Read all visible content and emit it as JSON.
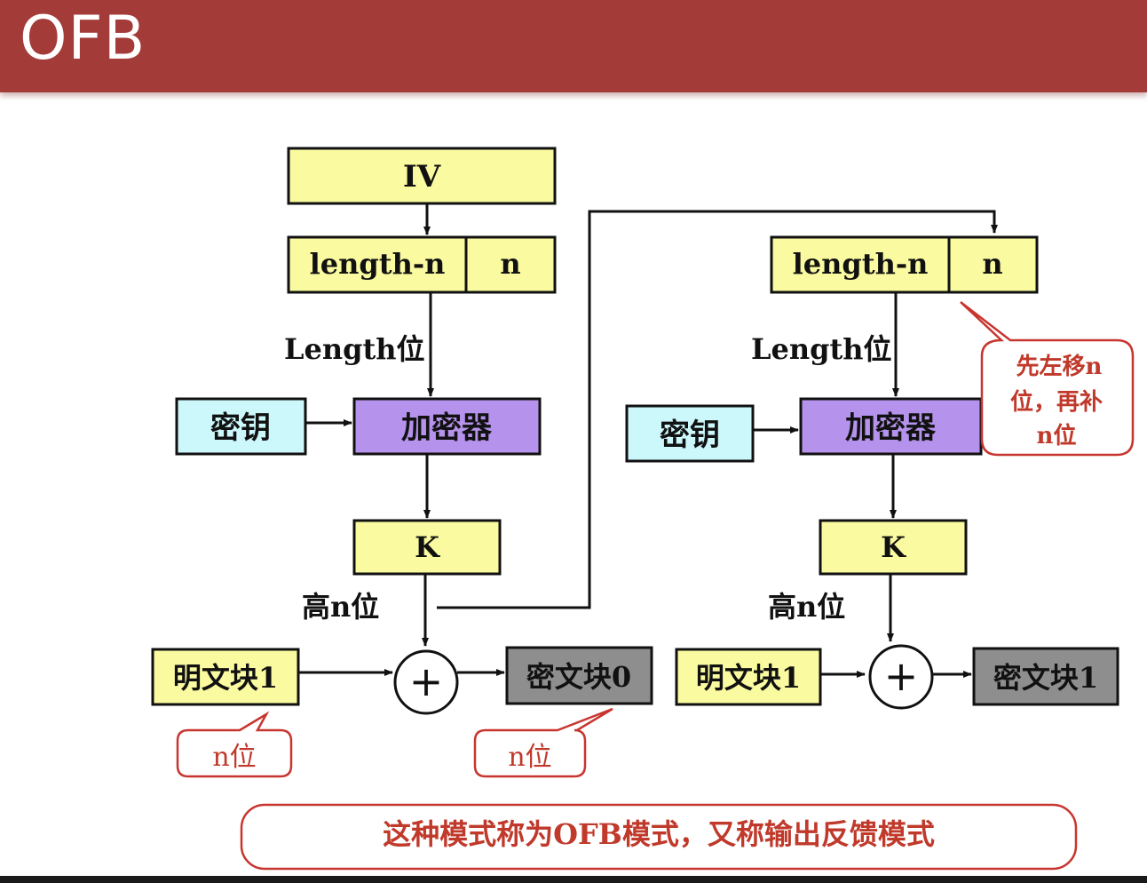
{
  "header": {
    "title": "OFB",
    "background": "#a33b39"
  },
  "colors": {
    "yellow_box": "#fafaa0",
    "key_box": "#ccf7fb",
    "encryptor_box": "#b592ec",
    "cipher_box": "#8e8e8e",
    "callout_border": "#c8352f",
    "callout_text": "#c0392b"
  },
  "left": {
    "iv": "IV",
    "reg_left": "length-n",
    "reg_right": "n",
    "length_label": "Length位",
    "key": "密钥",
    "encryptor": "加密器",
    "k": "K",
    "high_bits": "高n位",
    "plaintext": "明文块1",
    "xor": "+",
    "ciphertext": "密文块0"
  },
  "right": {
    "reg_left": "length-n",
    "reg_right": "n",
    "length_label": "Length位",
    "key": "密钥",
    "encryptor": "加密器",
    "k": "K",
    "high_bits": "高n位",
    "plaintext": "明文块1",
    "xor": "+",
    "ciphertext": "密文块1"
  },
  "callouts": {
    "shift_line1": "先左移n",
    "shift_line2": "位，再补",
    "shift_line3": "n位",
    "plain_bits": "n位",
    "cipher_bits": "n位",
    "banner": "这种模式称为OFB模式，又称输出反馈模式"
  }
}
